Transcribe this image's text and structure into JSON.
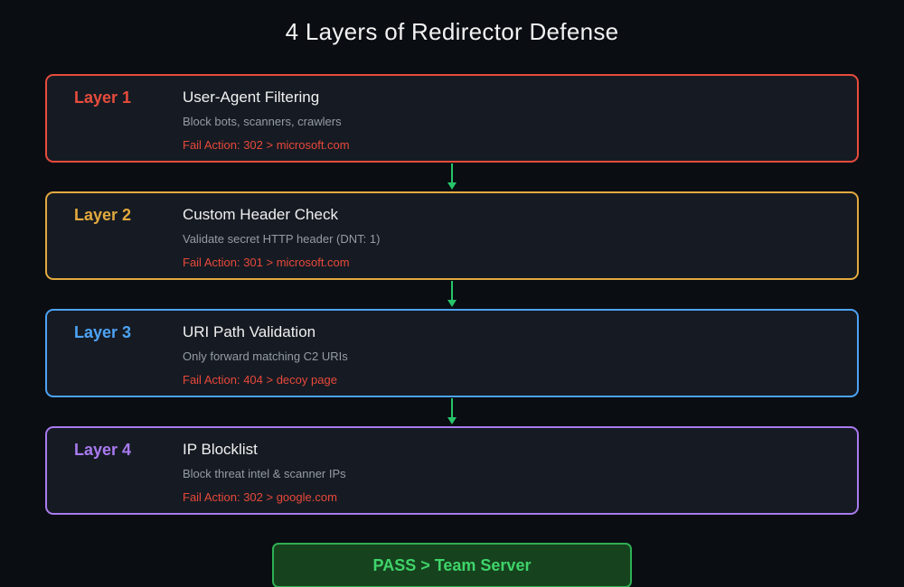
{
  "title": "4 Layers of Redirector Defense",
  "layers": [
    {
      "label": "Layer 1",
      "name": "User-Agent Filtering",
      "description": "Block bots, scanners, crawlers",
      "fail_action": "Fail Action: 302 > microsoft.com",
      "color": "#e74c3c"
    },
    {
      "label": "Layer 2",
      "name": "Custom Header Check",
      "description": "Validate secret HTTP header (DNT: 1)",
      "fail_action": "Fail Action: 301 > microsoft.com",
      "color": "#e3a93e"
    },
    {
      "label": "Layer 3",
      "name": "URI Path Validation",
      "description": "Only forward matching C2 URIs",
      "fail_action": "Fail Action: 404 > decoy page",
      "color": "#4da3f5"
    },
    {
      "label": "Layer 4",
      "name": "IP Blocklist",
      "description": "Block threat intel & scanner IPs",
      "fail_action": "Fail Action: 302 > google.com",
      "color": "#a87af0"
    }
  ],
  "pass": {
    "label": "PASS > Team Server",
    "text_color": "#3fd46a",
    "fill_color": "#16431e",
    "border_color": "#2fae53"
  },
  "arrow_color": "#27c46a",
  "colors": {
    "background": "#0a0d12",
    "card_fill": "#161b23",
    "title_text": "#f2f2f2",
    "description_text": "#969ca4",
    "fail_text": "#e8483a"
  }
}
